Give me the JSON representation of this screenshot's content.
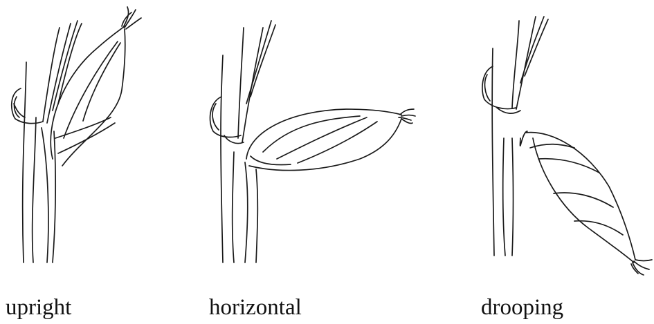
{
  "panels": [
    {
      "id": "upright",
      "label": "upright"
    },
    {
      "id": "horizontal",
      "label": "horizontal"
    },
    {
      "id": "drooping",
      "label": "drooping"
    }
  ],
  "colors": {
    "ink": "#1a1a1a",
    "background": "#ffffff"
  }
}
